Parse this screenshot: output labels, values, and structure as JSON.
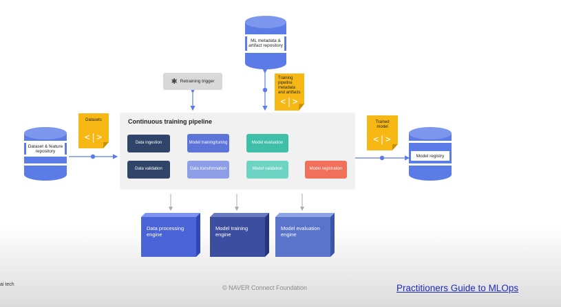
{
  "diagram": {
    "stores": {
      "dataset_repo": "Dataset & feature repository",
      "metadata_repo": "ML metadata & artifact repository",
      "model_registry": "Model registry"
    },
    "notes": {
      "datasets": "Datasets",
      "training_pipeline": "Training pipeline metadata and artifacts",
      "trained_model": "Trained model",
      "code_icon": "<|>"
    },
    "trigger": {
      "label": "Retraining trigger",
      "icon": "✱"
    },
    "pipeline": {
      "title": "Continuous training pipeline",
      "steps": {
        "data_ingestion": "Data ingestion",
        "data_validation": "Data validation",
        "model_training": "Model training/tuning",
        "data_transformation": "Data transformation",
        "model_evaluation": "Model evaluation",
        "model_validation": "Model validation",
        "model_registration": "Model registration"
      }
    },
    "engines": {
      "data_processing": "Data processing engine",
      "model_training": "Model training engine",
      "model_evaluation": "Model evaluation engine"
    },
    "colors": {
      "dark_navy": "#2f4468",
      "periwinkle": "#7b8fe0",
      "teal": "#4cc6b4",
      "coral": "#f0705a",
      "note_yellow": "#f7b815",
      "cylinder_blue": "#5b7ce6",
      "engine_blue": "#4a63d6",
      "engine_navy": "#3c4ea0",
      "engine_slate": "#5a74cc",
      "connector": "#5b7ce6",
      "gray_arrow": "#a9a9a9"
    }
  },
  "footer": {
    "left_text": "ai tech",
    "copyright": "© NAVER Connect Foundation",
    "link": "Practitioners Guide to MLOps"
  }
}
